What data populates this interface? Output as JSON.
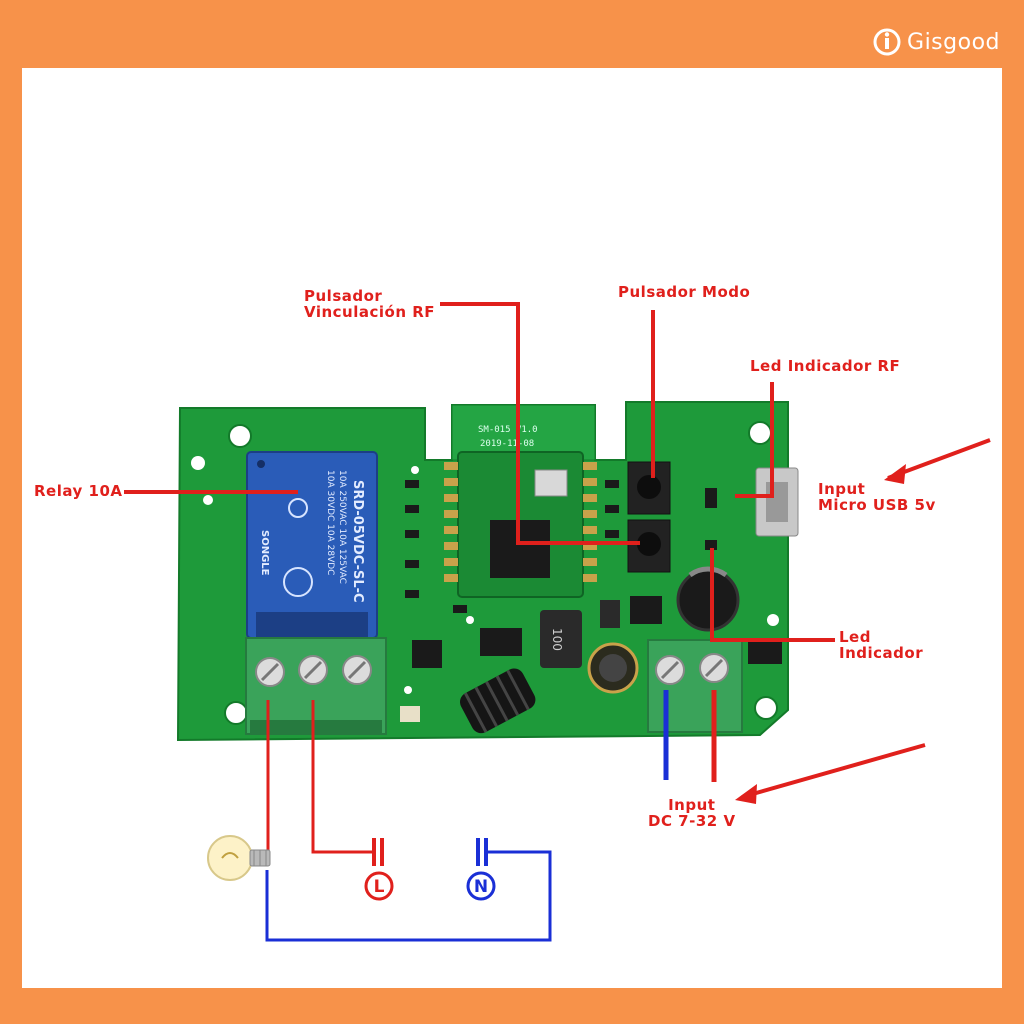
{
  "brand": {
    "name": "Gisgood",
    "logo_icon": "gisgood-logo-icon"
  },
  "board": {
    "relay_marking_line1": "SRD-05VDC-SL-C",
    "relay_marking_line2": "10A 250VAC  10A 125VAC",
    "relay_marking_line3": "10A 30VDC  10A 28VDC",
    "relay_brand": "SONGLE",
    "module_marking_line1": "SM-015 V1.0",
    "module_marking_line2": "2019-11-08",
    "inductor_marking": "100"
  },
  "labels": {
    "pulsador_rf_line1": "Pulsador",
    "pulsador_rf_line2": "Vinculación RF",
    "pulsador_modo": "Pulsador Modo",
    "led_rf": "Led Indicador RF",
    "relay": "Relay 10A",
    "usb_line1": "Input",
    "usb_line2": "Micro USB 5v",
    "led_line1": "Led",
    "led_line2": "Indicador",
    "dc_line1": "Input",
    "dc_line2": "DC 7-32 V"
  },
  "terminals": {
    "live": "L",
    "neutral": "N"
  },
  "colors": {
    "frame": "#f7924a",
    "pcb": "#1e9a3a",
    "label_red": "#e0201c",
    "neutral_blue": "#1a2fd6",
    "relay_blue": "#2a5cb8",
    "terminal_green": "#3aa35a"
  }
}
